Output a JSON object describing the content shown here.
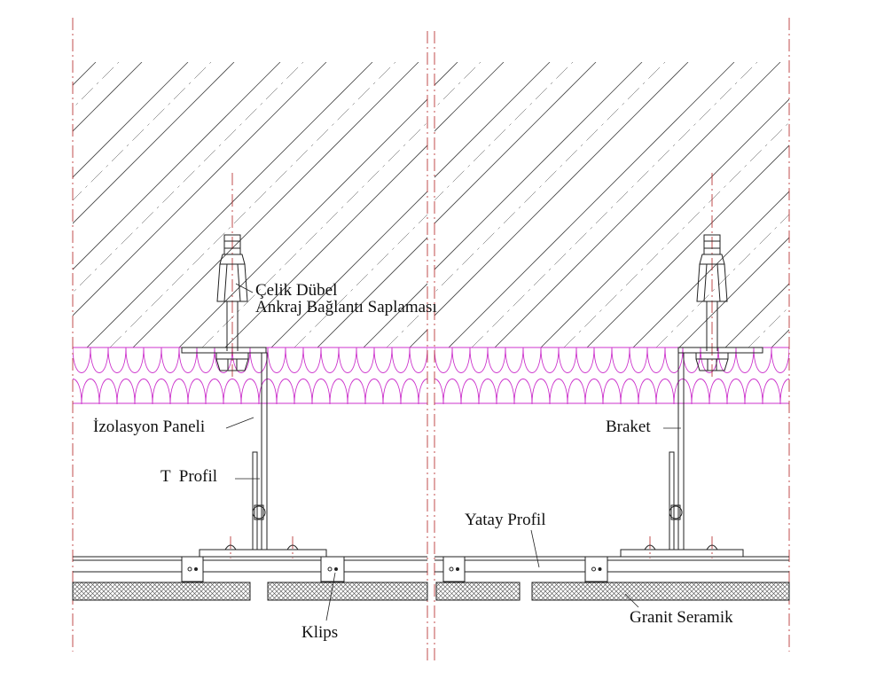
{
  "labels": {
    "celik_dubel": "Çelik Dübel",
    "ankraj": "Ankraj Bağlantı Saplaması",
    "izolasyon": "İzolasyon Paneli",
    "t_profil": "T  Profil",
    "klips": "Klips",
    "braket": "Braket",
    "yatay_profil": "Yatay Profil",
    "granit": "Granit Seramik"
  },
  "colors": {
    "line": "#222222",
    "axis": "#b22222",
    "insulation": "#cc33cc",
    "hatch": "#444444",
    "background": "#ffffff"
  }
}
